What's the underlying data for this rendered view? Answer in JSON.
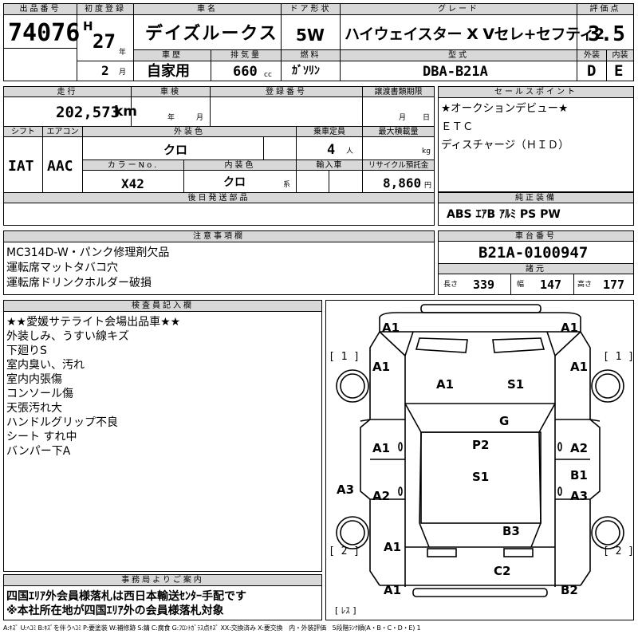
{
  "header": {
    "lot_no_label": "出品番号",
    "lot_no": "74076",
    "first_reg_label": "初度登録",
    "era": "H",
    "year": "27",
    "year_unit": "年",
    "month": "2",
    "month_unit": "月",
    "car_name_label": "車名",
    "car_name": "デイズルークス",
    "door_label": "ドア形状",
    "door": "5W",
    "grade_label": "グレード",
    "grade": "ハイウェイスター X Vセレ+セフティ2",
    "score_label": "評価点",
    "score": "3.5",
    "history_label": "車歴",
    "history": "自家用",
    "displacement_label": "排気量",
    "displacement": "660",
    "displacement_unit": "cc",
    "fuel_label": "燃料",
    "fuel": "ｶﾞｿﾘﾝ",
    "model_label": "型式",
    "model": "DBA-B21A",
    "ext_label": "外装",
    "ext_grade": "D",
    "int_label": "内装",
    "int_grade": "E"
  },
  "row2": {
    "mileage_label": "走行",
    "mileage": "202,573",
    "mileage_unit": "km",
    "inspection_label": "車検",
    "insp_year_unit": "年",
    "insp_month_unit": "月",
    "reg_no_label": "登録番号",
    "transfer_label": "譲渡書類期限",
    "transfer_month": "月",
    "transfer_day": "日",
    "shift_label": "シフト",
    "shift": "IAT",
    "ac_label": "エアコン",
    "ac": "AAC",
    "ext_color_label": "外装色",
    "ext_color": "クロ",
    "capacity_label": "乗車定員",
    "capacity": "4",
    "capacity_unit": "人",
    "max_load_label": "最大積載量",
    "max_load_unit": "kg",
    "color_no_label": "カラーNo.",
    "color_no": "X42",
    "int_color_label": "内装色",
    "int_color": "クロ",
    "int_color_unit": "系",
    "import_label": "輸入車",
    "recycle_label": "リサイクル預託金",
    "recycle": "8,860",
    "recycle_unit": "円",
    "later_parts_label": "後日発送部品"
  },
  "sales": {
    "label": "セールスポイント",
    "lines": [
      "★オークションデビュー★",
      "ＥＴＣ",
      "ディスチャージ（ＨＩＤ）"
    ]
  },
  "equip": {
    "label": "純正装備",
    "value": "ABS ｴｱB ｱﾙﾐ PS PW"
  },
  "caution": {
    "label": "注意事項欄",
    "lines": [
      "MC314D-W・パンク修理剤欠品",
      "運転席マットタバコ穴",
      "運転席ドリンクホルダー破損"
    ]
  },
  "chassis": {
    "label": "車台番号",
    "value": "B21A-0100947",
    "spec_label": "諸元",
    "length_label": "長さ",
    "length": "339",
    "width_label": "幅",
    "width": "147",
    "height_label": "高さ",
    "height": "177"
  },
  "inspector": {
    "label": "検査員記入欄",
    "lines": [
      "★★愛媛サテライト会場出品車★★",
      "外装しみ、うすい線キズ",
      "下廻りS",
      "室内臭い、汚れ",
      "室内内張傷",
      "コンソール傷",
      "天張汚れ大",
      "ハンドルグリップ不良",
      "シート すれ中",
      "バンパー下A"
    ]
  },
  "office": {
    "label": "事務局よりご案内",
    "lines": [
      "四国ｴﾘｱ外会員様落札は西日本輸送ｾﾝﾀｰ手配です",
      "※本社所在地が四国ｴﾘｱ外の会員様落札対象"
    ]
  },
  "diagram": {
    "bracket_1_left": "[ 1 ]",
    "bracket_1_right": "[ 1 ]",
    "bracket_2_left": "[ 2 ]",
    "bracket_2_right": "[ 2 ]",
    "spare": "[ ﾚｽ ]",
    "marks": {
      "front_left": "A1",
      "front_right": "A1",
      "fender_left": "A1",
      "fender_right": "A1",
      "hood_left": "A1",
      "hood_right": "S1",
      "windshield": "G",
      "front_door_left": "A1",
      "front_door_right": "A2",
      "roof_front": "P2",
      "roof_rear": "S1",
      "pillar_right": "B1",
      "rear_door_left": "A2",
      "rear_door_right": "A3",
      "side_left": "A3",
      "rear_glass": "B3",
      "quarter_left": "A1",
      "tail": "C2",
      "rear_left": "A1",
      "rear_right": "B2"
    }
  },
  "legend": "A:ｷｽﾞ U:ﾍｺﾐ B:ｷｽﾞを伴うﾍｺﾐ P:要塗装 W:補修跡 S:錆 C:腐食 G:ﾌﾛﾝﾄｶﾞﾗｽ点ｷｽﾞ XX:交換済み X:要交換　内・外装評価　5段階ﾗﾝｸ順(A・B・C・D・E) 1"
}
